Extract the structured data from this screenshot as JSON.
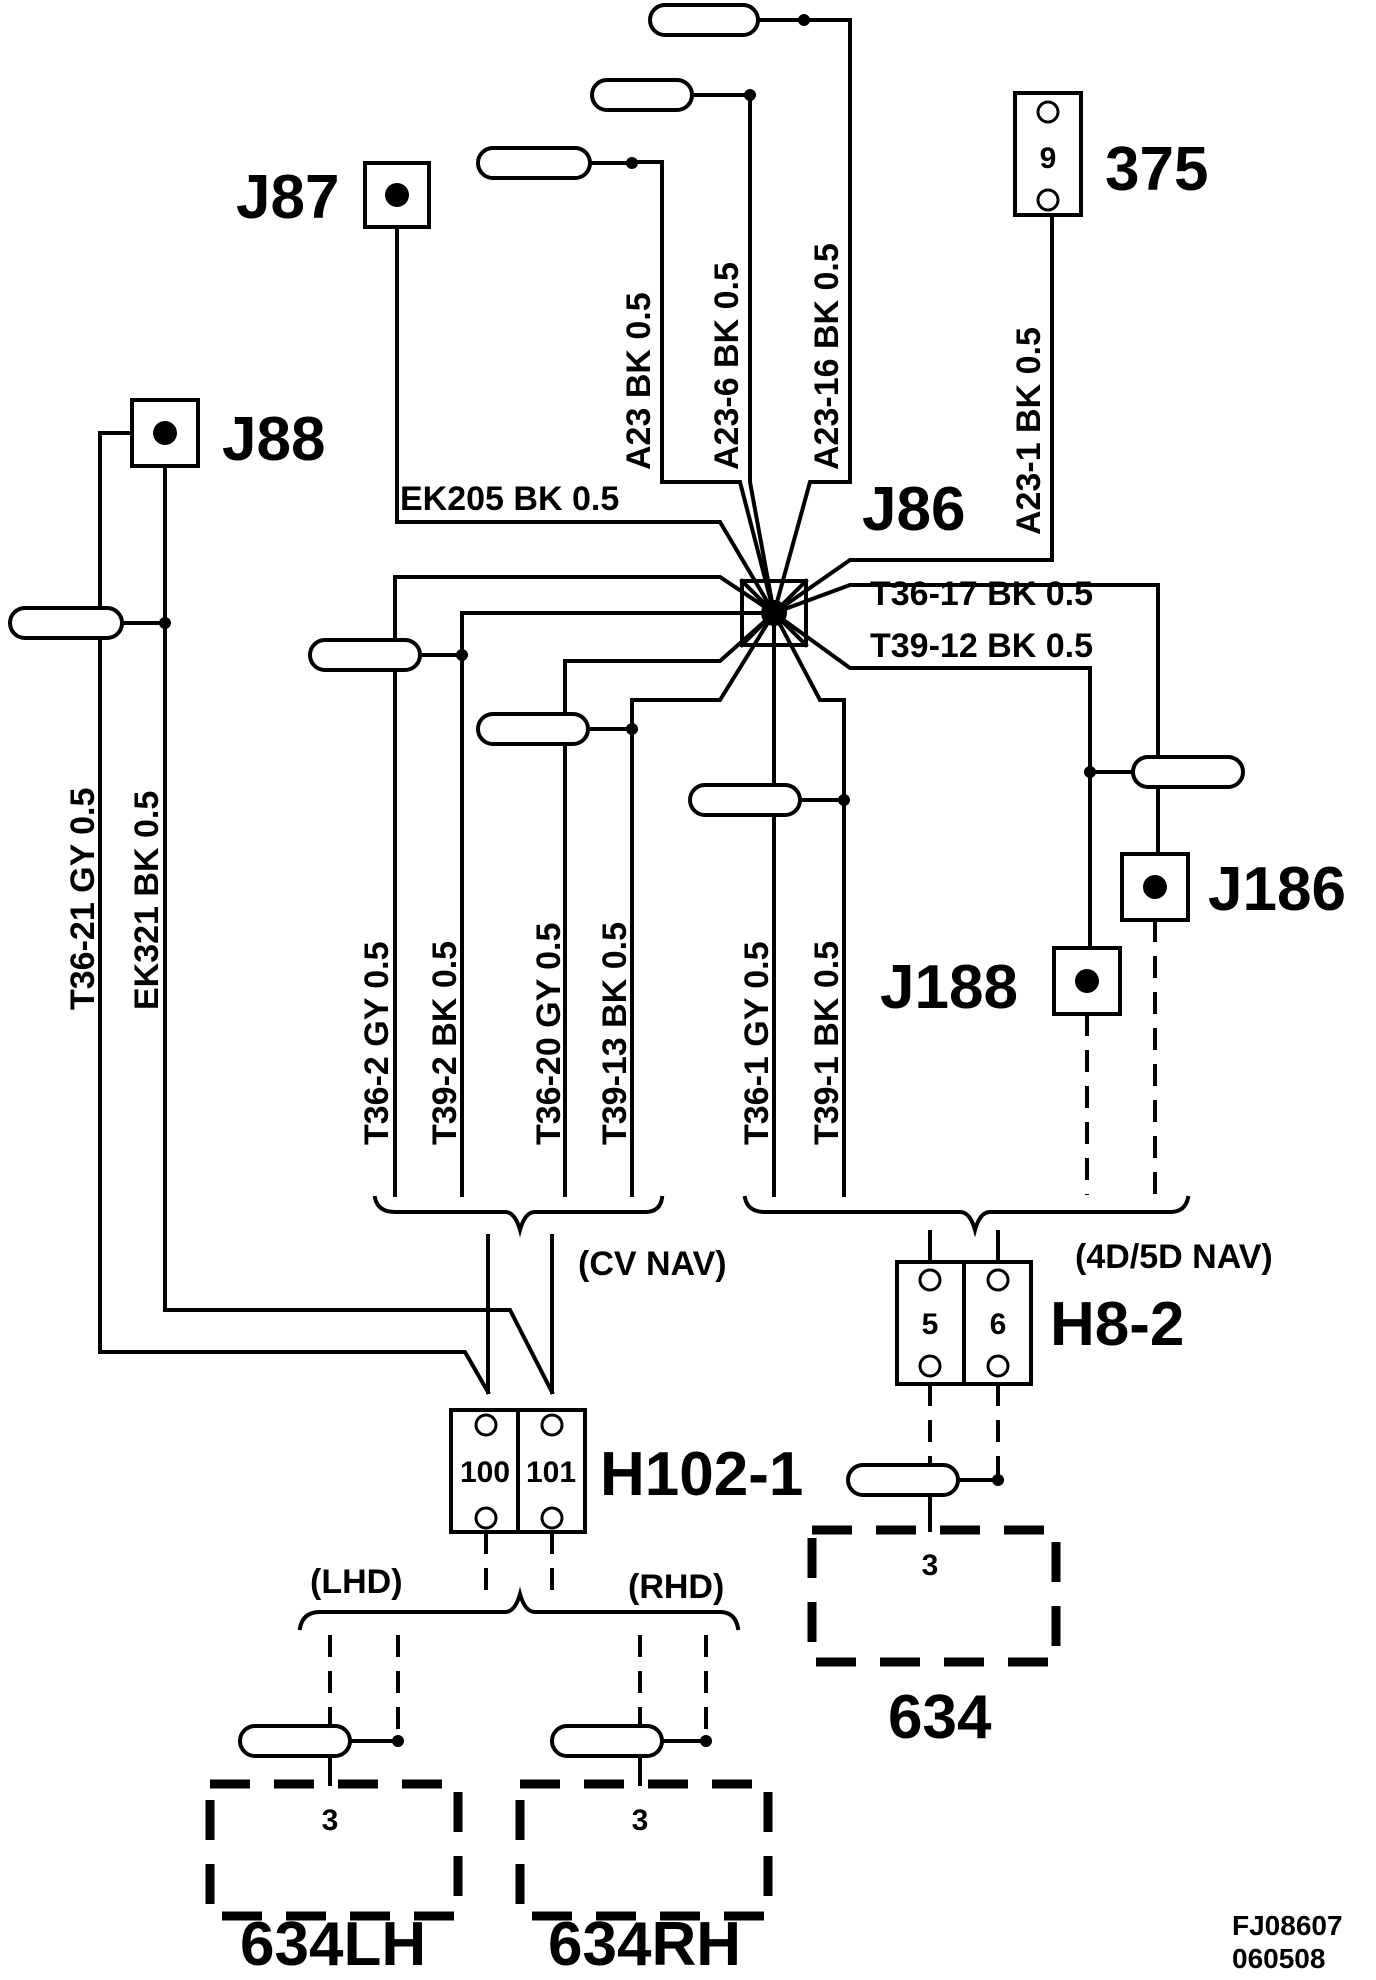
{
  "splices": {
    "j87": "J87",
    "j88": "J88",
    "j86": "J86",
    "j186": "J186",
    "j188": "J188"
  },
  "components": {
    "c375": "375",
    "c375_pin": "9",
    "c634": "634",
    "c634_pin": "3",
    "c634lh": "634LH",
    "c634lh_pin": "3",
    "c634rh": "634RH",
    "c634rh_pin": "3"
  },
  "connectors": {
    "h8_2": "H8-2",
    "h8_2_pins": [
      "5",
      "6"
    ],
    "h102_1": "H102-1",
    "h102_1_pins": [
      "100",
      "101"
    ]
  },
  "wires": {
    "ek205": "EK205 BK 0.5",
    "a23": "A23  BK 0.5",
    "a23_6": "A23-6  BK  0.5",
    "a23_16": "A23-16  BK  0.5",
    "a23_1": "A23-1  BK  0.5",
    "t36_17": "T36-17 BK  0.5",
    "t39_12": "T39-12 BK   0.5",
    "t36_21": "T36-21  GY  0.5",
    "ek321": "EK321  BK  0.5",
    "t36_2": "T36-2  GY  0.5",
    "t39_2": "T39-2  BK  0.5",
    "t36_20": "T36-20  GY  0.5",
    "t39_13": "T39-13  BK  0.5",
    "t36_1": "T36-1  GY  0.5",
    "t39_1": "T39-1  BK  0.5"
  },
  "variants": {
    "cv_nav": "(CV NAV)",
    "nav_4d5d": "(4D/5D NAV)",
    "lhd": "(LHD)",
    "rhd": "(RHD)"
  },
  "figure_code": {
    "line1": "FJ08607",
    "line2": "060508"
  }
}
